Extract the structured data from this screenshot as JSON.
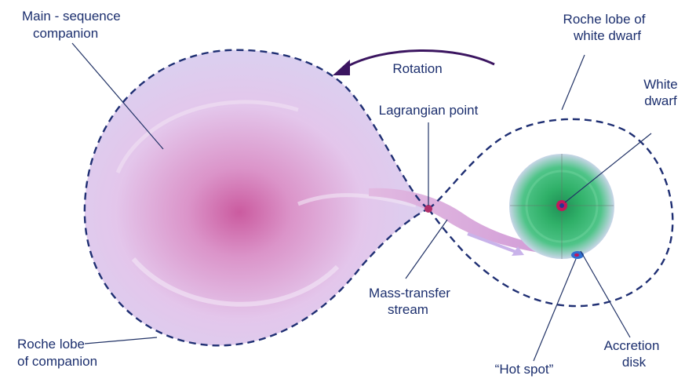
{
  "labels": {
    "main_sequence_1": "Main - sequence",
    "main_sequence_2": "companion",
    "rotation": "Rotation",
    "roche_wd_1": "Roche lobe of",
    "roche_wd_2": "white dwarf",
    "white_dwarf_1": "White",
    "white_dwarf_2": "dwarf",
    "lagrangian": "Lagrangian point",
    "mass_transfer_1": "Mass-transfer",
    "mass_transfer_2": "stream",
    "roche_comp_1": "Roche lobe",
    "roche_comp_2": "of companion",
    "hot_spot": "“Hot spot”",
    "accretion_1": "Accretion",
    "accretion_2": "disk"
  },
  "colors": {
    "outline": "#1f2f73",
    "star_center": "#c8529a",
    "star_edge": "#d9c9ef",
    "disk_center": "#2fa85a",
    "disk_edge": "#b8dfc8",
    "leader": "#223366",
    "arrow": "#3b1560"
  }
}
